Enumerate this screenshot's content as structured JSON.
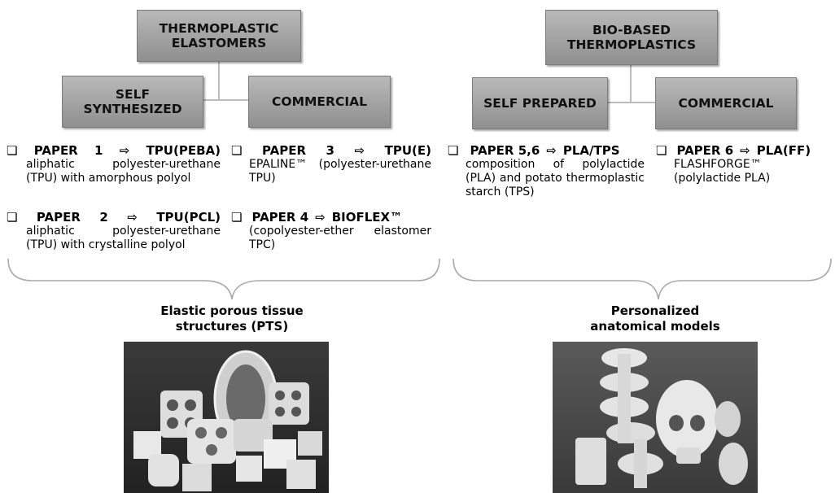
{
  "left": {
    "top_box": "THERMOPLASTIC\nELASTOMERS",
    "sub_left": "SELF\nSYNTHESIZED",
    "sub_right": "COMMERCIAL",
    "items": [
      {
        "check": "❏",
        "parts": [
          "PAPER",
          "1",
          "⇨",
          "TPU(PEBA)"
        ],
        "desc": "aliphatic polyester-urethane (TPU) with amorphous polyol"
      },
      {
        "check": "❏",
        "parts": [
          "PAPER",
          "2",
          "⇨",
          "TPU(PCL)"
        ],
        "desc": "aliphatic polyester-urethane (TPU) with crystalline polyol"
      },
      {
        "check": "❏",
        "parts": [
          "PAPER",
          "3",
          "⇨",
          "TPU(E)"
        ],
        "desc": "EPALINE™ (polyester-urethane TPU)"
      },
      {
        "check": "❏",
        "parts": [
          "PAPER 4",
          "⇨",
          "BIOFLEX™"
        ],
        "desc": "(copolyester-ether elastomer TPC)"
      }
    ],
    "caption": "Elastic porous tissue\nstructures (PTS)"
  },
  "right": {
    "top_box": "BIO-BASED\nTHERMOPLASTICS",
    "sub_left": "SELF PREPARED",
    "sub_right": "COMMERCIAL",
    "items": [
      {
        "check": "❏",
        "parts": [
          "PAPER 5,6",
          "⇨",
          "PLA/TPS"
        ],
        "desc": "composition of polylactide (PLA) and potato thermoplastic starch (TPS)"
      },
      {
        "check": "❏",
        "parts": [
          "PAPER 6",
          "⇨",
          "PLA(FF)"
        ],
        "desc": "FLASHFORGE™ (polylactide PLA)"
      }
    ],
    "caption": "Personalized\nanatomical models"
  }
}
